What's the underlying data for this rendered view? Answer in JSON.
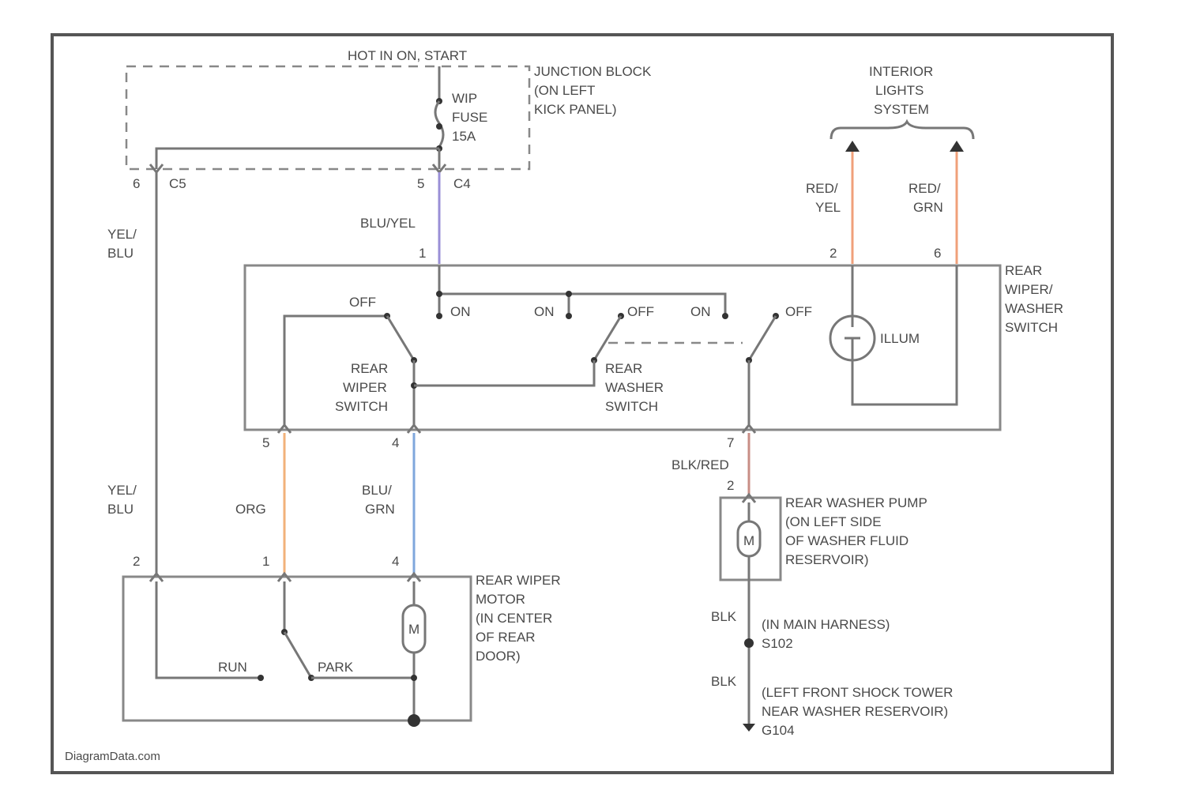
{
  "colors": {
    "blu_yel": "#9a8fd6",
    "org": "#f2b27a",
    "blu_grn": "#7fa7dc",
    "red_yel": "#f0a07a",
    "red_grn": "#f0a07a",
    "blk_red": "#c88e86",
    "frame": "#555555"
  },
  "labels": {
    "hot_in_on_start": "HOT IN ON, START",
    "junction_block": [
      "JUNCTION BLOCK",
      "(ON LEFT",
      "KICK PANEL)"
    ],
    "fuse": [
      "WIP",
      "FUSE",
      "15A"
    ],
    "connector_c5": "C5",
    "connector_c4": "C4",
    "pin_6": "6",
    "pin_5": "5",
    "wire_blu_yel": "BLU/YEL",
    "wire_yel_blu_top": [
      "YEL/",
      "BLU"
    ],
    "interior_lights": [
      "INTERIOR",
      "LIGHTS",
      "SYSTEM"
    ],
    "wire_red_yel": [
      "RED/",
      "YEL"
    ],
    "wire_red_grn": [
      "RED/",
      "GRN"
    ],
    "pin_switch_1": "1",
    "pin_switch_2": "2",
    "pin_switch_6": "6",
    "rear_wiper_washer_switch": [
      "REAR",
      "WIPER/",
      "WASHER",
      "SWITCH"
    ],
    "off_1": "OFF",
    "on_1": "ON",
    "on_2": "ON",
    "off_2": "OFF",
    "on_3": "ON",
    "off_3": "OFF",
    "illum": "ILLUM",
    "rear_wiper_switch": [
      "REAR",
      "WIPER",
      "SWITCH"
    ],
    "rear_washer_switch": [
      "REAR",
      "WASHER",
      "SWITCH"
    ],
    "pin_switch_5": "5",
    "pin_switch_4": "4",
    "pin_switch_7": "7",
    "wire_blk_red": "BLK/RED",
    "pin_pump_2": "2",
    "pump_label": [
      "REAR WASHER PUMP",
      "(ON LEFT SIDE",
      "OF WASHER FLUID",
      "RESERVOIR)"
    ],
    "wire_yel_blu_bottom": [
      "YEL/",
      "BLU"
    ],
    "wire_org": "ORG",
    "wire_blu_grn": [
      "BLU/",
      "GRN"
    ],
    "pin_motor_2": "2",
    "pin_motor_1": "1",
    "pin_motor_4": "4",
    "motor_label": [
      "REAR WIPER",
      "MOTOR",
      "(IN CENTER",
      "OF REAR",
      "DOOR)"
    ],
    "run": "RUN",
    "park": "PARK",
    "motor_symbol": "M",
    "pump_symbol": "M",
    "wire_blk_1": "BLK",
    "in_main_harness": [
      "(IN MAIN HARNESS)",
      "S102"
    ],
    "wire_blk_2": "BLK",
    "ground_label": [
      "(LEFT FRONT SHOCK TOWER",
      "NEAR WASHER RESERVOIR)",
      "G104"
    ],
    "watermark": "DiagramData.com"
  }
}
